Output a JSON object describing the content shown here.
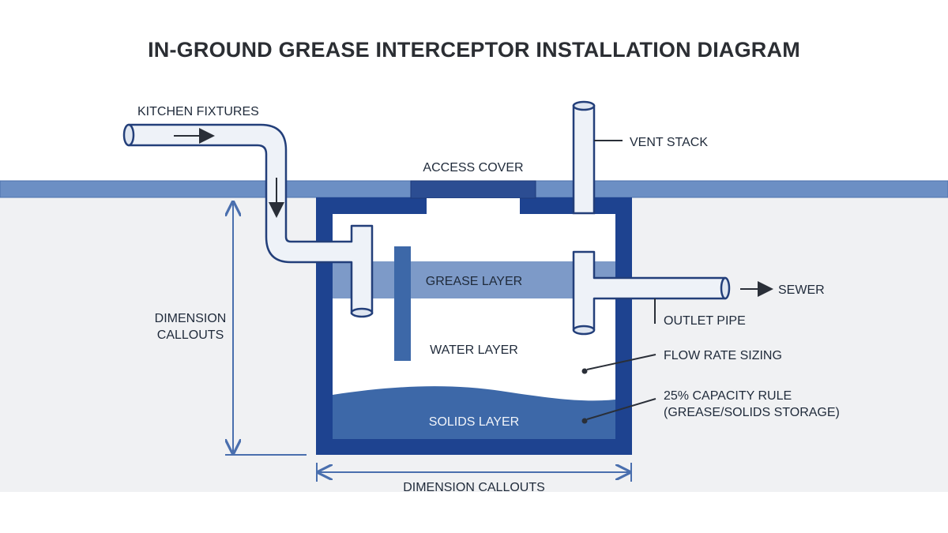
{
  "title": "IN-GROUND GREASE INTERCEPTOR INSTALLATION DIAGRAM",
  "labels": {
    "kitchen_fixtures": "KITCHEN FIXTURES",
    "access_cover": "ACCESS COVER",
    "vent_stack": "VENT STACK",
    "grease_layer": "GREASE LAYER",
    "sewer": "SEWER",
    "outlet_pipe": "OUTLET PIPE",
    "water_layer": "WATER LAYER",
    "flow_rate_sizing": "FLOW RATE SIZING",
    "capacity_rule_line1": "25% CAPACITY RULE",
    "capacity_rule_line2": "(GREASE/SOLIDS STORAGE)",
    "solids_layer": "SOLIDS LAYER",
    "dimension_vertical_line1": "DIMENSION",
    "dimension_vertical_line2": "CALLOUTS",
    "dimension_horizontal": "DIMENSION CALLOUTS"
  },
  "colors": {
    "tank_wall": "#1e4390",
    "ground_band": "#6c8fc4",
    "grease": "#7d9ac8",
    "solids": "#3d68a8",
    "pipe_stroke": "#233f7a",
    "pipe_fill": "#eef2f8",
    "soil": "#f0f1f3"
  }
}
